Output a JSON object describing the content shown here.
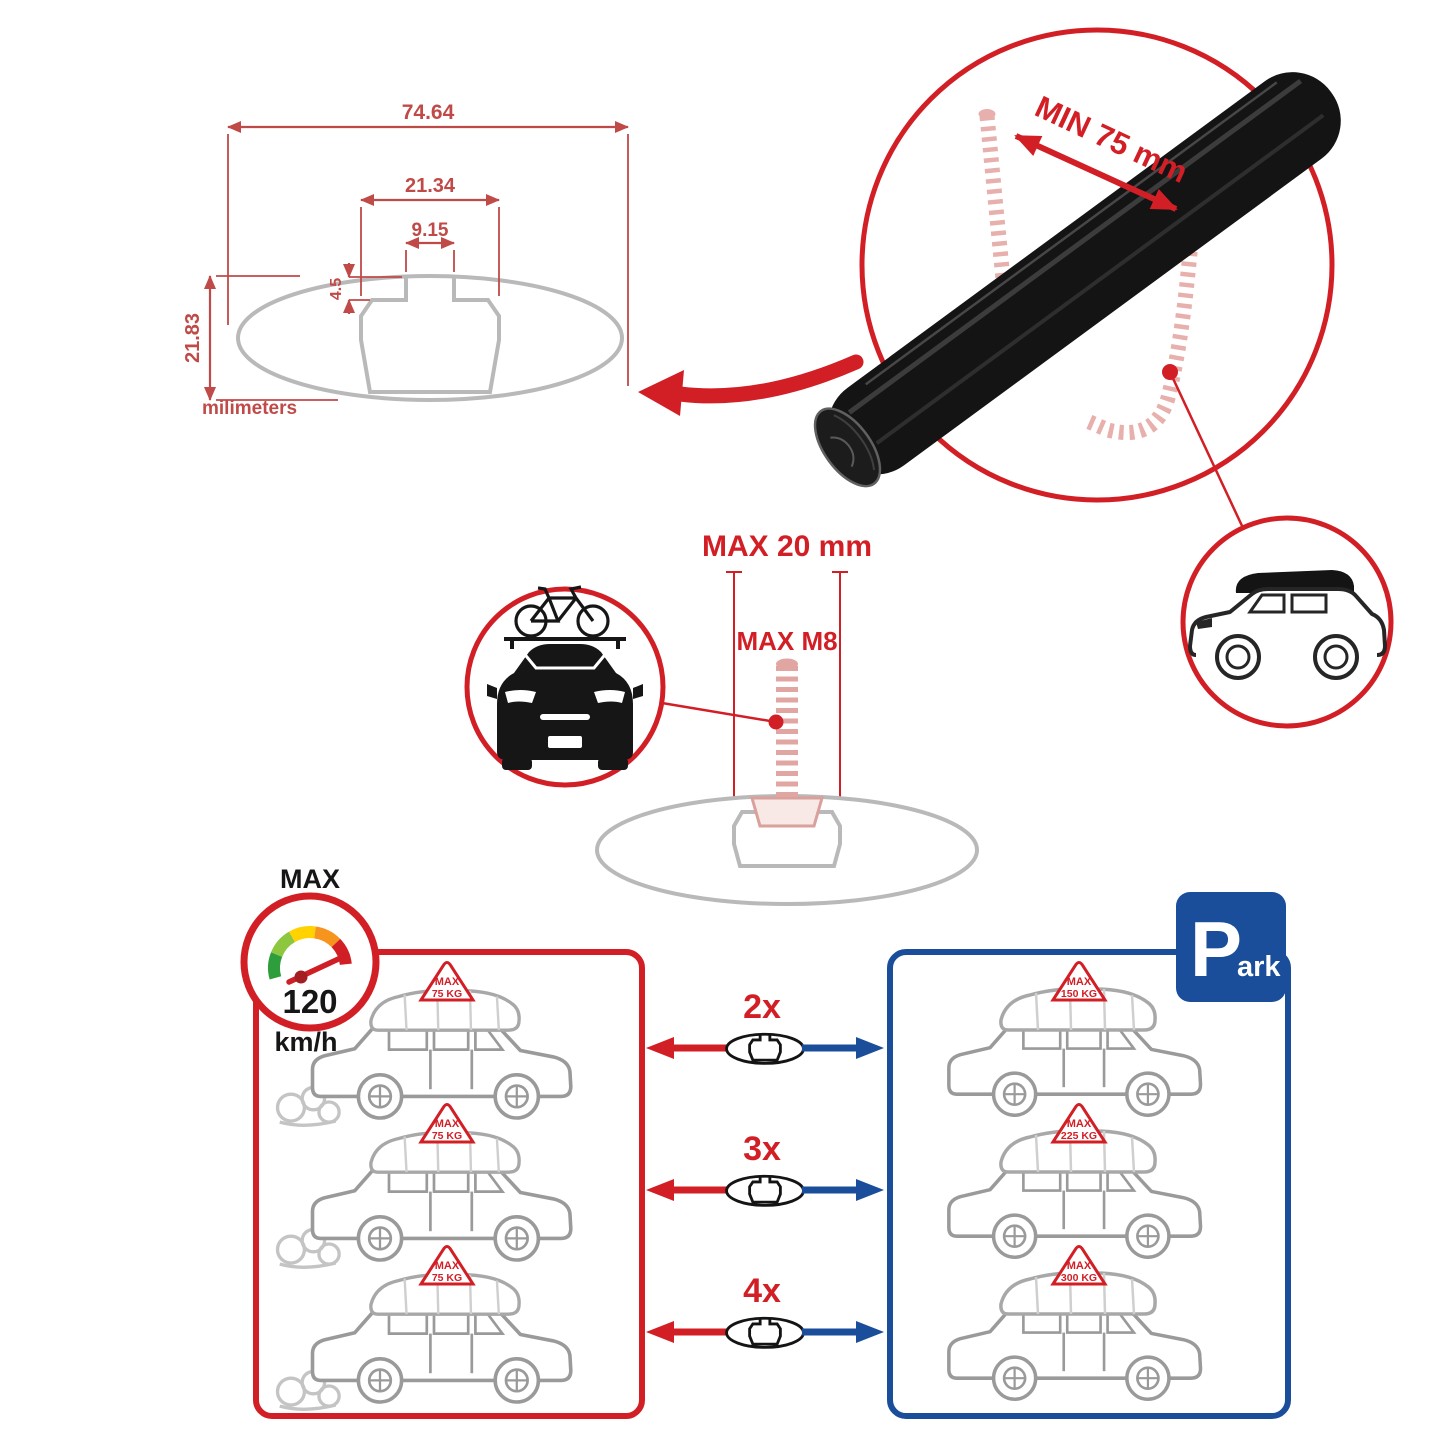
{
  "colors": {
    "accent_red": "#d21f26",
    "dimension_red": "#bf4a47",
    "accent_blue": "#1a4e9b",
    "drawing_gray": "#b9b9b9",
    "bar_black": "#141414",
    "thread_pink": "#e7b0ac"
  },
  "profile_dimensions": {
    "total_width": "74.64",
    "channel_width": "21.34",
    "slot_width": "9.15",
    "slot_depth": "4.5",
    "total_height": "21.83",
    "units_label": "milimeters"
  },
  "clamp_detail": {
    "min_grip_label": "MIN 75 mm"
  },
  "bolt_detail": {
    "max_length_label": "MAX 20 mm",
    "max_thread_label": "MAX M8"
  },
  "speed_limit": {
    "title": "MAX",
    "value": "120",
    "units": "km/h"
  },
  "driving_panel": {
    "cars": [
      {
        "tag_line1": "MAX",
        "tag_line2": "75 KG"
      },
      {
        "tag_line1": "MAX",
        "tag_line2": "75 KG"
      },
      {
        "tag_line1": "MAX",
        "tag_line2": "75 KG"
      }
    ]
  },
  "bar_multipliers": [
    "2x",
    "3x",
    "4x"
  ],
  "parking_panel": {
    "sign_main": "P",
    "sign_rest": "ark",
    "cars": [
      {
        "tag_line1": "MAX",
        "tag_line2": "150 KG"
      },
      {
        "tag_line1": "MAX",
        "tag_line2": "225 KG"
      },
      {
        "tag_line1": "MAX",
        "tag_line2": "300 KG"
      }
    ]
  }
}
